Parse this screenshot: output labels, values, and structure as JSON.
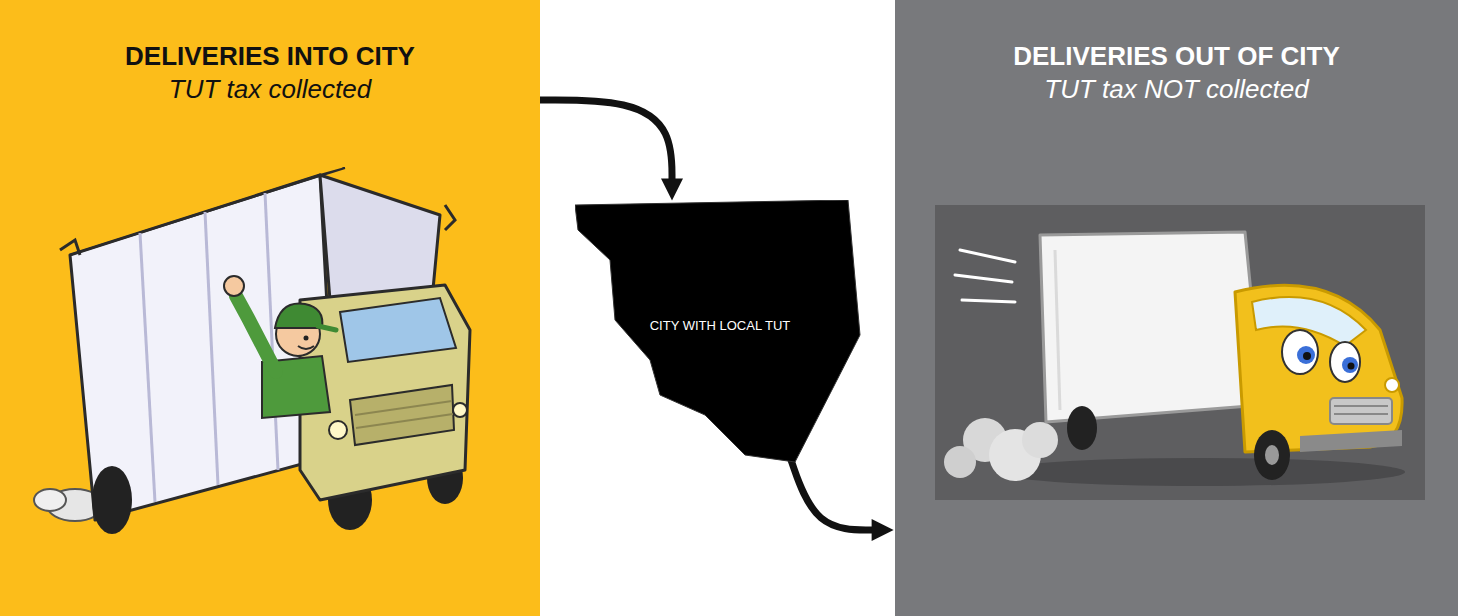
{
  "diagram": {
    "nodes": [
      {
        "text": [
          "DELIVERIES INTO CITY",
          "TUT tax collected"
        ]
      },
      {
        "text": [
          "CITY WITH LOCAL TUT"
        ]
      },
      {
        "text": [
          "DELIVERIES OUT OF CITY",
          "TUT tax NOT collected"
        ]
      }
    ],
    "edges": [
      {
        "from": 0,
        "to": 1,
        "arrow": "to"
      },
      {
        "from": 1,
        "to": 2,
        "arrow": "to"
      }
    ]
  }
}
